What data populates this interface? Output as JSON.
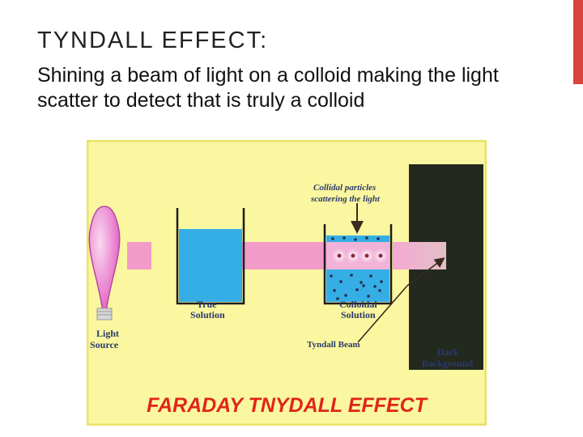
{
  "slide": {
    "title": "TYNDALL EFFECT:",
    "body": "Shining a beam of light on a colloid making the light scatter to detect that is truly a colloid"
  },
  "diagram": {
    "title": "FARADAY TNYDALL EFFECT",
    "labels": {
      "light_source_1": "Light",
      "light_source_2": "Source",
      "true_solution_1": "True",
      "true_solution_2": "Solution",
      "colloidal_solution_1": "Colloidal",
      "colloidal_solution_2": "Solution",
      "particles_1": "Collidal particles",
      "particles_2": "scattering the light",
      "tyndall_beam": "Tyndall Beam",
      "dark_background_1": "Dark",
      "dark_background_2": "Background"
    }
  },
  "colors": {
    "accent": "#d9443c",
    "panel_background": "#fbf7a0",
    "panel_border": "#e9e266",
    "beam": "#f29ac8",
    "liquid": "#35aee6",
    "dark_background": "#23291f",
    "figure_title": "#e0251a"
  }
}
